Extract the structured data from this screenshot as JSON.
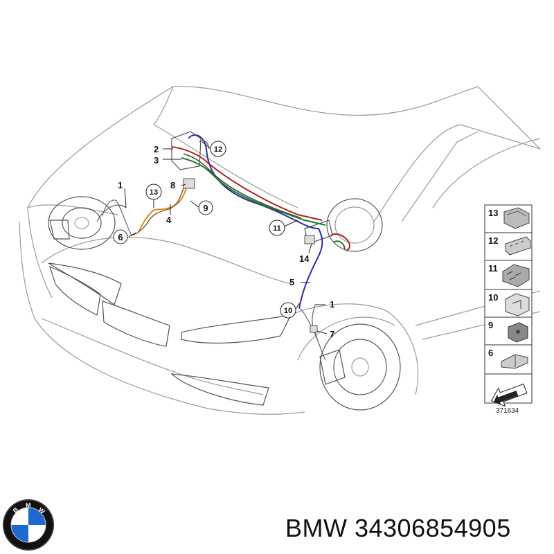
{
  "diagram": {
    "callouts": {
      "c1_left": "1",
      "c2": "2",
      "c3": "3",
      "c4": "4",
      "c5": "5",
      "c6": "6",
      "c7": "7",
      "c8": "8",
      "c9": "9",
      "c10": "10",
      "c11": "11",
      "c12": "12",
      "c13": "13",
      "c14": "14",
      "c1_right": "1"
    },
    "wire_colors": {
      "blue": "#2b2bb0",
      "red": "#b02222",
      "green": "#1e7a1e",
      "orange": "#e08a1e",
      "brown": "#7a5a20"
    }
  },
  "legend": {
    "items": [
      {
        "number": "13"
      },
      {
        "number": "12"
      },
      {
        "number": "11"
      },
      {
        "number": "10"
      },
      {
        "number": "9"
      },
      {
        "number": "6"
      }
    ],
    "reference_code": "371634"
  },
  "caption": {
    "brand": "BMW",
    "part_number": "34306854905",
    "text": "BMW 34306854905"
  },
  "logo": {
    "letters": "BMW",
    "colors": {
      "blue": "#1c69d4",
      "white": "#ffffff",
      "ring": "#111111"
    }
  }
}
